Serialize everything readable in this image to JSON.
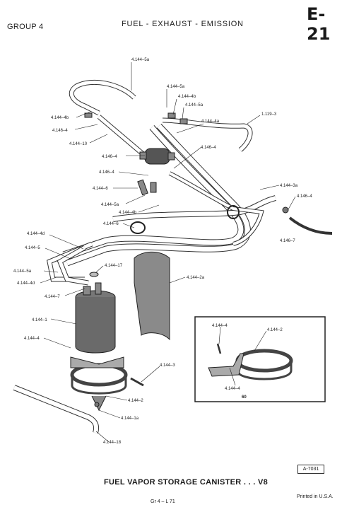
{
  "header": {
    "group": "GROUP 4",
    "title": "FUEL - EXHAUST - EMISSION",
    "page_code": "E-21"
  },
  "labels": {
    "l01": "4.144–5a",
    "l02": "4.144–5a",
    "l03": "4.144–4b",
    "l04": "4.144–5a",
    "l05": "4.144–4b",
    "l06": "4.146–4",
    "l07": "4.144–10",
    "l08": "1.119–3",
    "l09": "4.144–4a",
    "l10": "4.146–4",
    "l11": "4.146–4",
    "l12": "4.146–4",
    "l13": "4.144–6",
    "l14": "4.144–5a",
    "l15": "4.144–4b",
    "l16": "4.144–3a",
    "l17": "4.146–4",
    "l18": "4.146–7",
    "l19": "4.144–6",
    "l20": "4.144–4d",
    "l21": "4.144–5",
    "l22": "4.144–5a",
    "l23": "4.144–4d",
    "l24": "4.144–17",
    "l25": "4.144–7",
    "l26": "4.144–2a",
    "l27": "4.144–1",
    "l28": "4.144–4",
    "l29": "4.144–3",
    "l30": "4.144–2",
    "l31": "4.144–1a",
    "l32": "4.144–18"
  },
  "inset": {
    "label_top": "4.144–4",
    "label_right": "4.144–2",
    "label_bottom": "4.144–4",
    "code": "60"
  },
  "footer": {
    "ref_code": "A-7031",
    "caption": "FUEL VAPOR STORAGE CANISTER . . . V8",
    "gr": "Gr 4  –  L 71",
    "printed": "Printed in U.S.A."
  }
}
